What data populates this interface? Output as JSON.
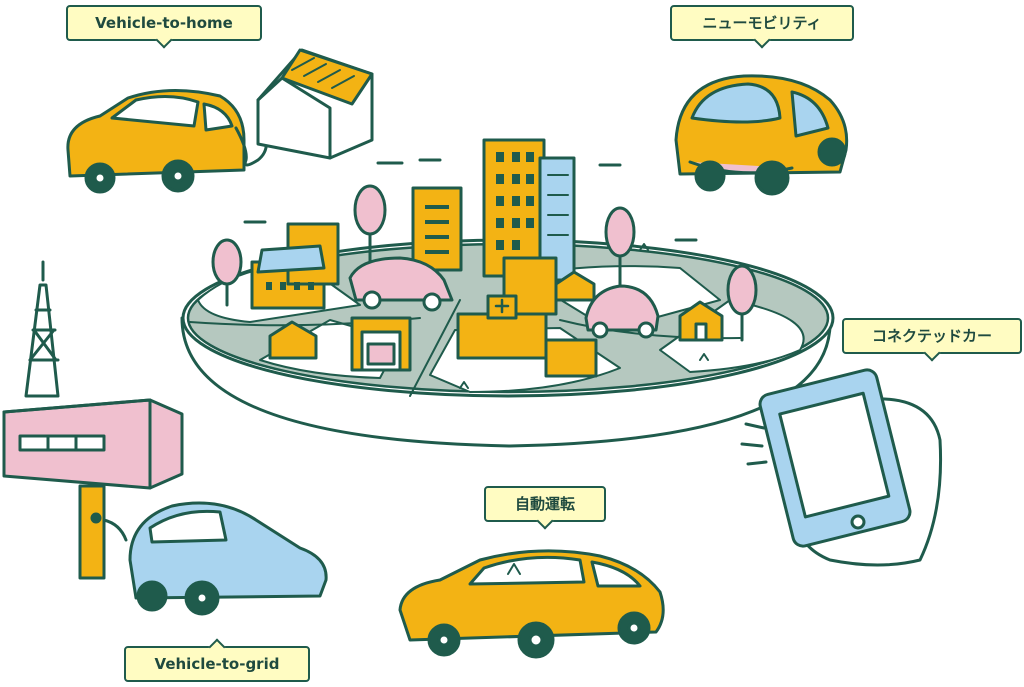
{
  "labels": {
    "v2h": "Vehicle-to-home",
    "new_mobility": "ニューモビリティ",
    "connected_car": "コネクテッドカー",
    "autonomous": "自動運転",
    "v2g": "Vehicle-to-grid"
  },
  "colors": {
    "outline": "#1f5b4c",
    "label_bg": "#fffcc2",
    "car_yellow": "#f3b314",
    "car_blue": "#a9d4ef",
    "pink": "#f0c0cf",
    "road": "#b5c8bf",
    "grass": "#ffffff"
  },
  "icons": [
    "house-icon",
    "charging-cable-icon",
    "tower-icon",
    "smartphone-icon",
    "hand-icon",
    "tree-icon",
    "building-icon",
    "hospital-icon",
    "garage-icon",
    "solar-panel-icon"
  ]
}
